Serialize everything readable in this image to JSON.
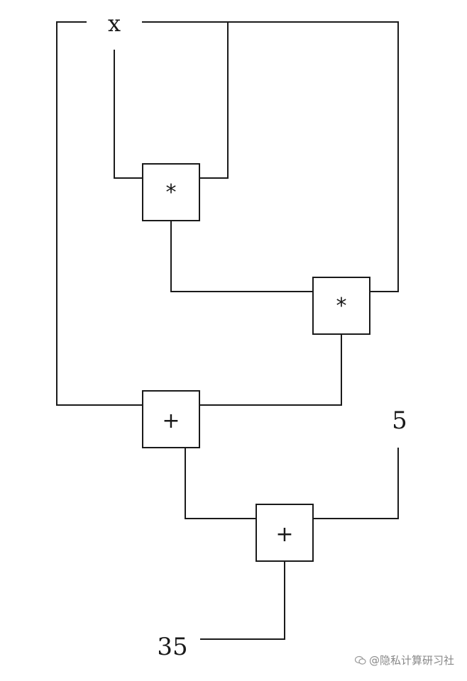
{
  "inputs": {
    "x": "x",
    "five": "5",
    "thirty_five": "35"
  },
  "gates": {
    "mul_1": "*",
    "mul_2": "*",
    "add_1": "+",
    "add_2": "+"
  },
  "watermark": {
    "text": "@隐私计算研习社",
    "icon": "wechat-icon"
  }
}
